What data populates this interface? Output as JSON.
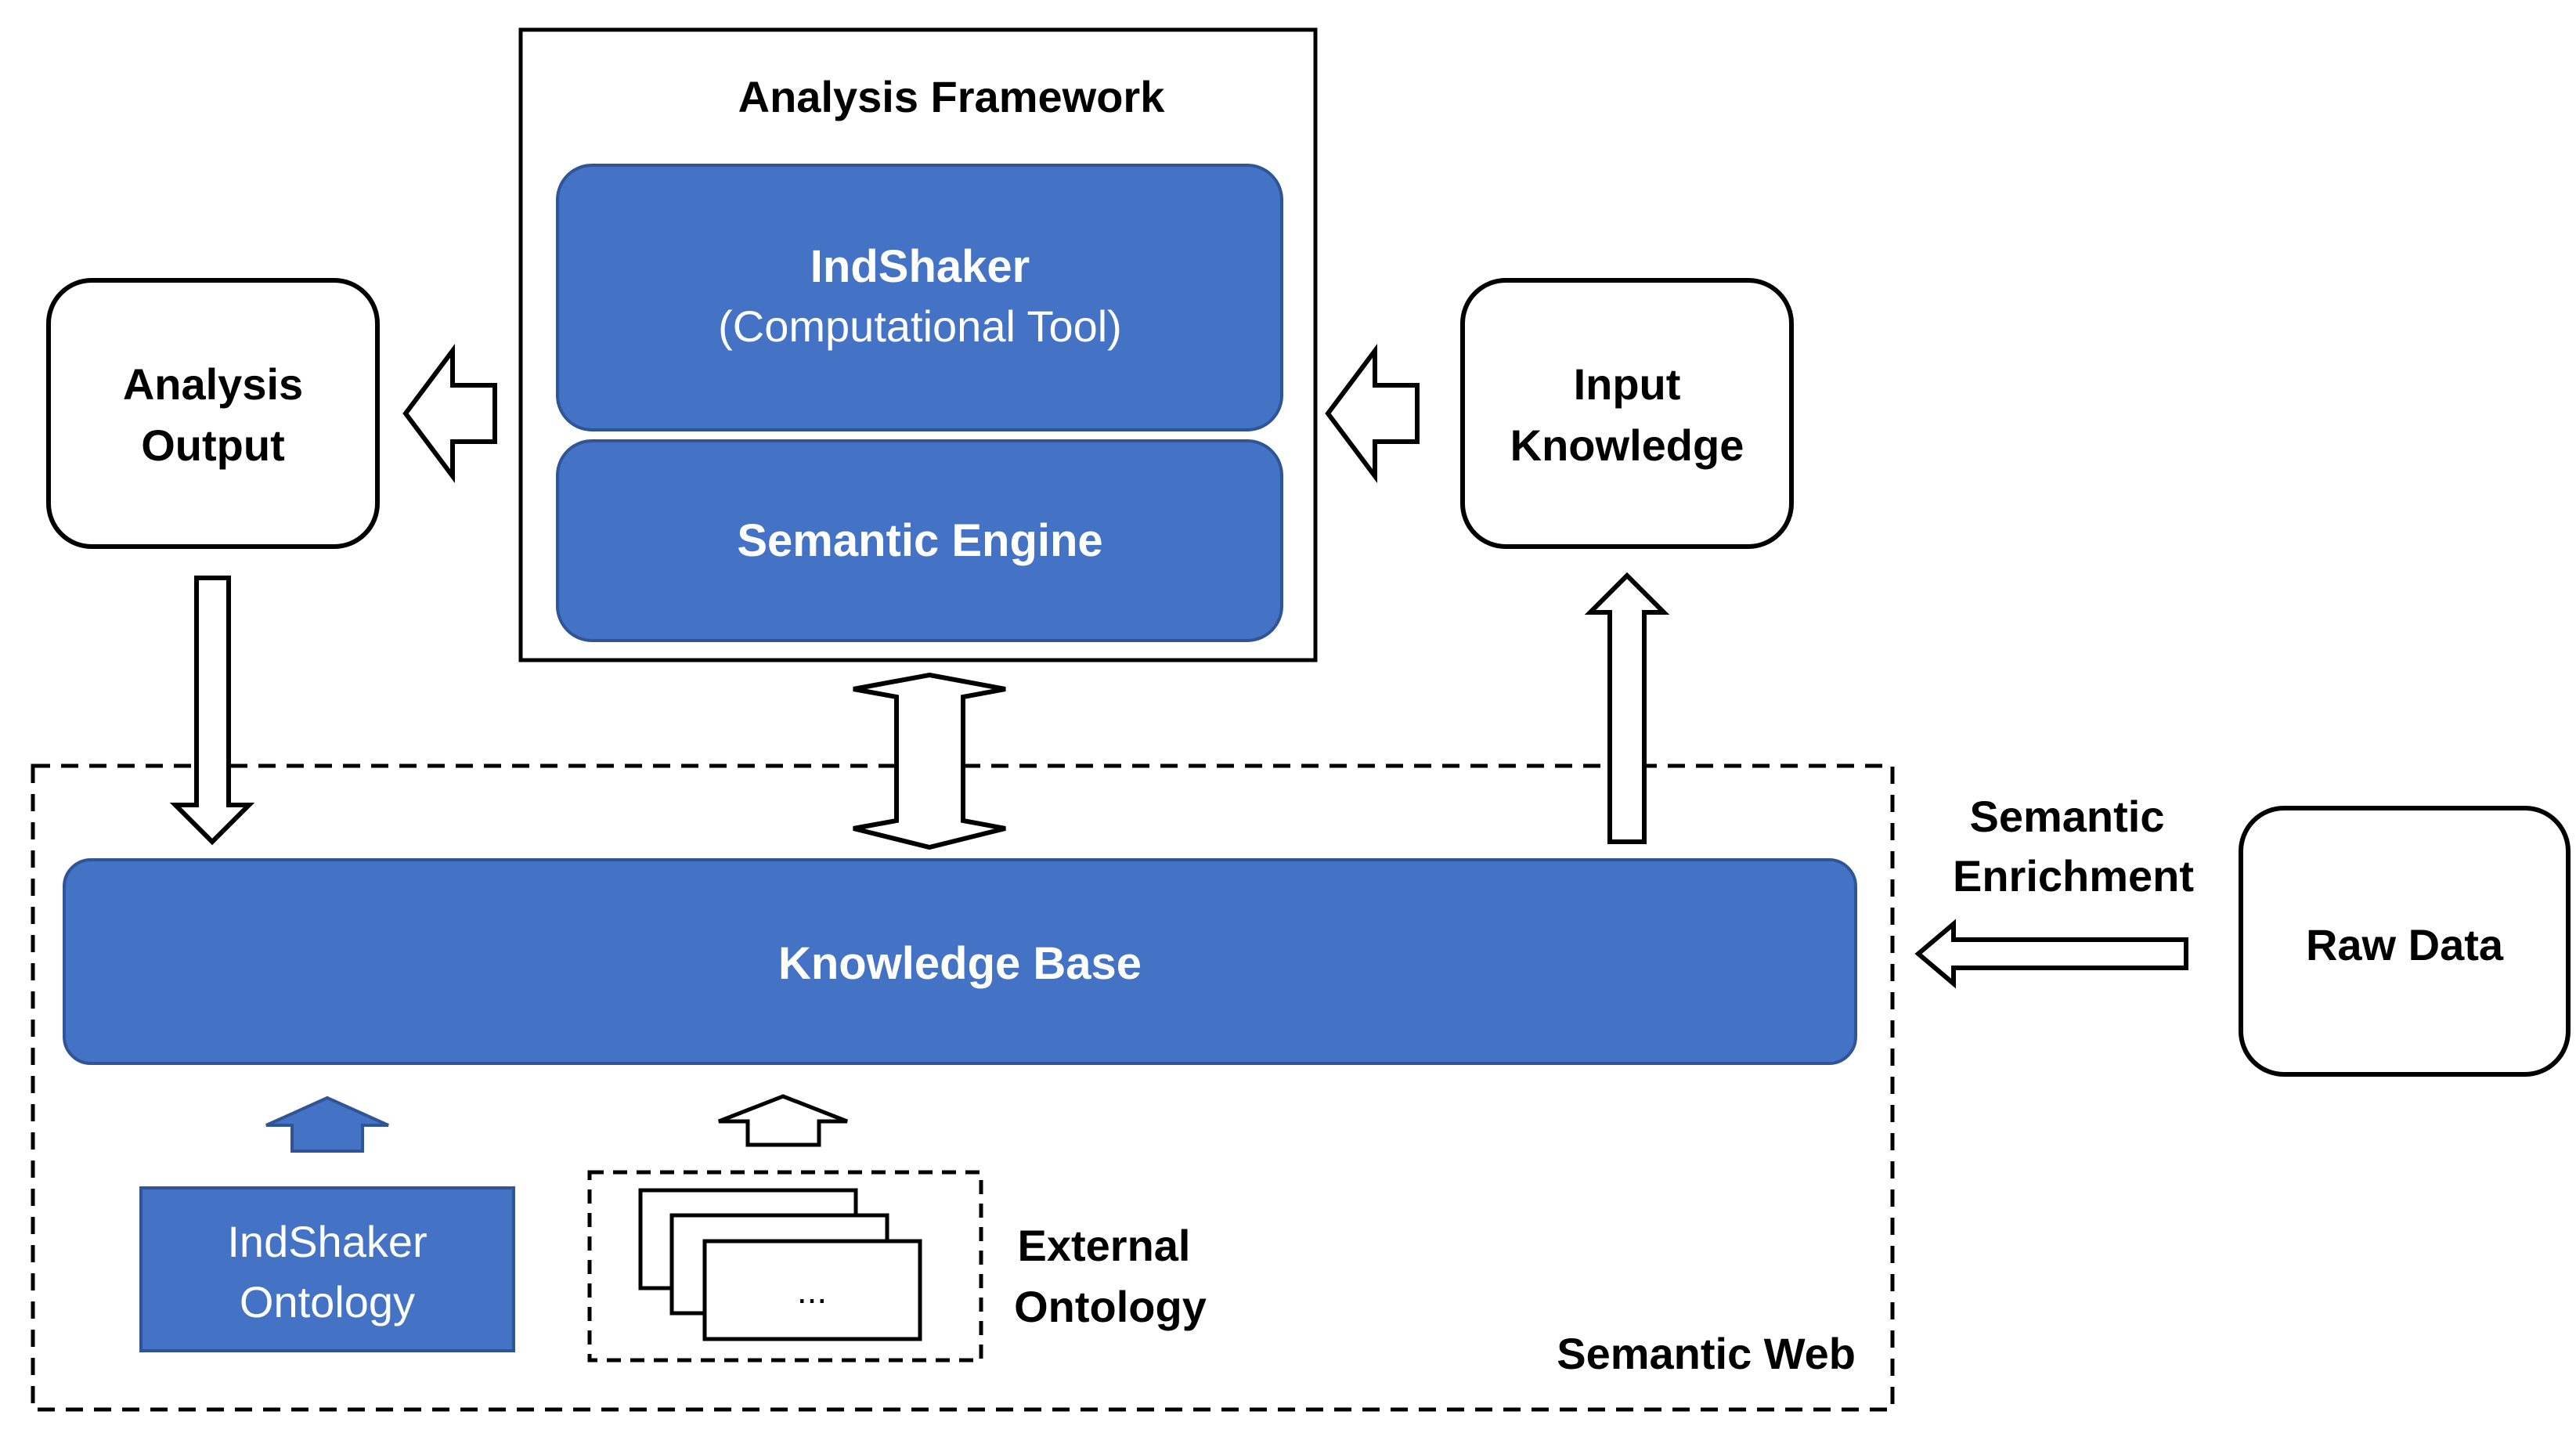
{
  "analysis_framework": {
    "title": "Analysis Framework",
    "indshaker": {
      "name": "IndShaker",
      "subtitle": "(Computational Tool)"
    },
    "semantic_engine": "Semantic Engine"
  },
  "analysis_output": {
    "line1": "Analysis",
    "line2": "Output"
  },
  "input_knowledge": {
    "line1": "Input",
    "line2": "Knowledge"
  },
  "knowledge_base": "Knowledge Base",
  "semantic_enrichment": {
    "line1": "Semantic",
    "line2": "Enrichment"
  },
  "raw_data": "Raw Data",
  "indshaker_ontology": {
    "line1": "IndShaker",
    "line2": "Ontology"
  },
  "external_ontology": {
    "line1": "External",
    "line2": "Ontology",
    "doc_ellipsis": "..."
  },
  "semantic_web": "Semantic Web",
  "colors": {
    "box_blue": "#4472C4",
    "blue_border": "#2F5597",
    "line": "#000000",
    "white": "#ffffff"
  }
}
